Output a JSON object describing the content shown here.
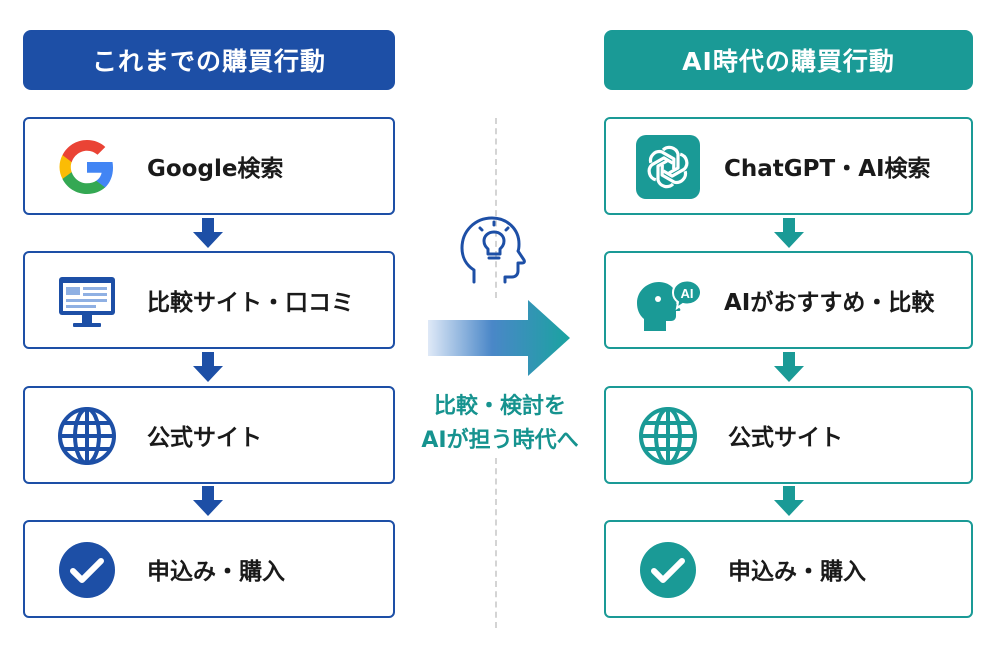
{
  "colors": {
    "left_accent": "#1d4fa6",
    "right_accent": "#1a9a96",
    "middle_text": "#16938f"
  },
  "left": {
    "title": "これまでの購買行動",
    "steps": [
      {
        "label": "Google検索",
        "icon": "google-icon"
      },
      {
        "label": "比較サイト・口コミ",
        "icon": "monitor-icon"
      },
      {
        "label": "公式サイト",
        "icon": "globe-icon"
      },
      {
        "label": "申込み・購入",
        "icon": "check-circle-icon"
      }
    ]
  },
  "right": {
    "title": "AI時代の購買行動",
    "steps": [
      {
        "label": "ChatGPT・AI検索",
        "icon": "chatgpt-icon"
      },
      {
        "label": "AIがおすすめ・比較",
        "icon": "ai-head-icon",
        "badge": "AI"
      },
      {
        "label": "公式サイト",
        "icon": "globe-icon"
      },
      {
        "label": "申込み・購入",
        "icon": "check-circle-icon"
      }
    ]
  },
  "middle": {
    "icon": "lightbulb-head-icon",
    "text_line1": "比較・検討を",
    "text_line2": "AIが担う時代へ"
  }
}
